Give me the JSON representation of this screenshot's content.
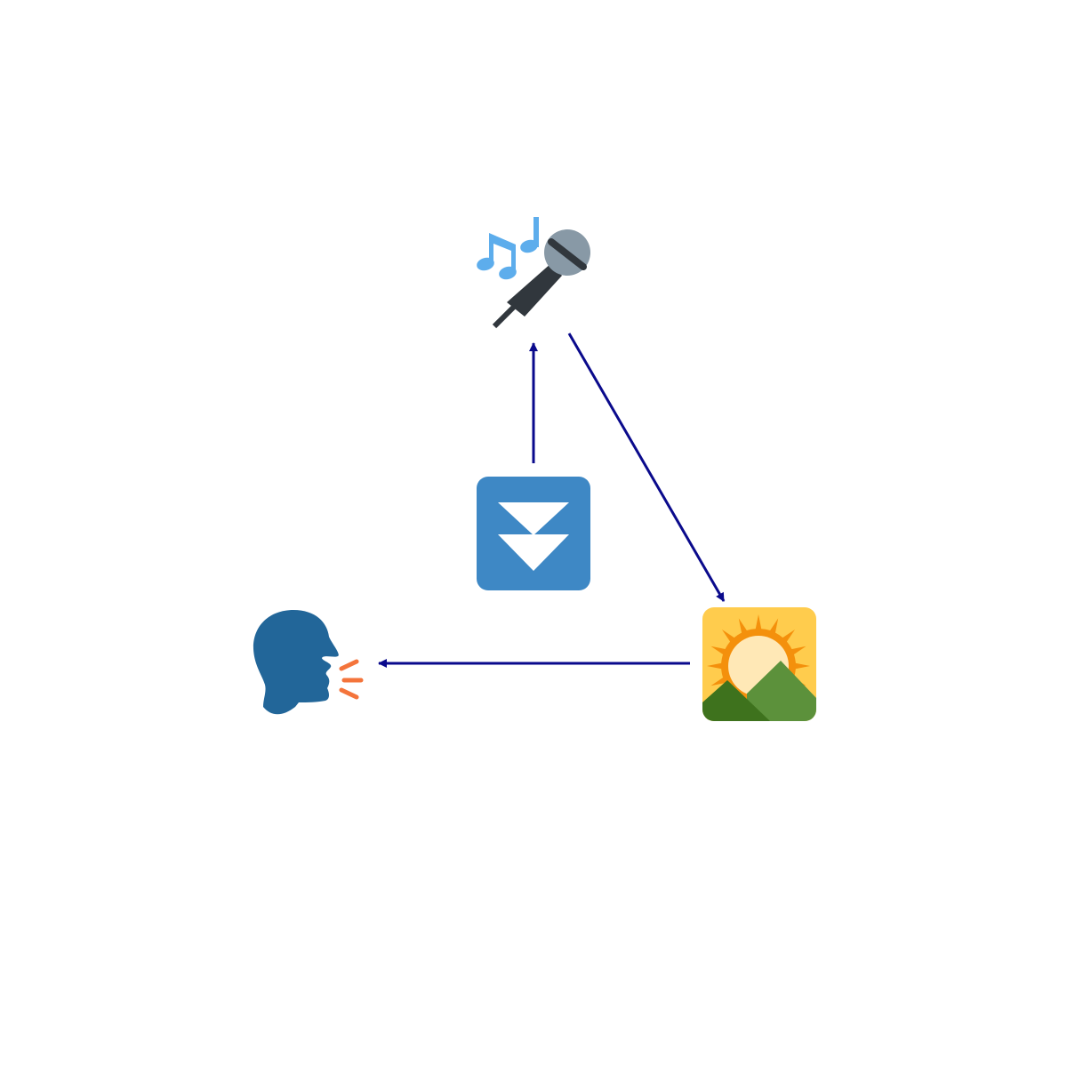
{
  "diagram": {
    "nodes": [
      {
        "id": "karaoke",
        "icon": "microphone-with-music-notes-icon"
      },
      {
        "id": "fast-down",
        "icon": "fast-down-button-icon"
      },
      {
        "id": "sunrise",
        "icon": "sunrise-over-mountains-icon"
      },
      {
        "id": "speaker",
        "icon": "speaking-head-icon"
      }
    ],
    "edges": [
      {
        "from": "fast-down",
        "to": "karaoke"
      },
      {
        "from": "karaoke",
        "to": "sunrise"
      },
      {
        "from": "sunrise",
        "to": "speaker"
      }
    ],
    "colors": {
      "arrow": "#0a0a8c",
      "fast_down_bg": "#3e88c5",
      "speaker_head": "#226699",
      "speaker_lines": "#f4743b",
      "sunrise_bg": "#ffcc4d",
      "microphone": "#31373d",
      "music_notes": "#5dadec"
    }
  }
}
